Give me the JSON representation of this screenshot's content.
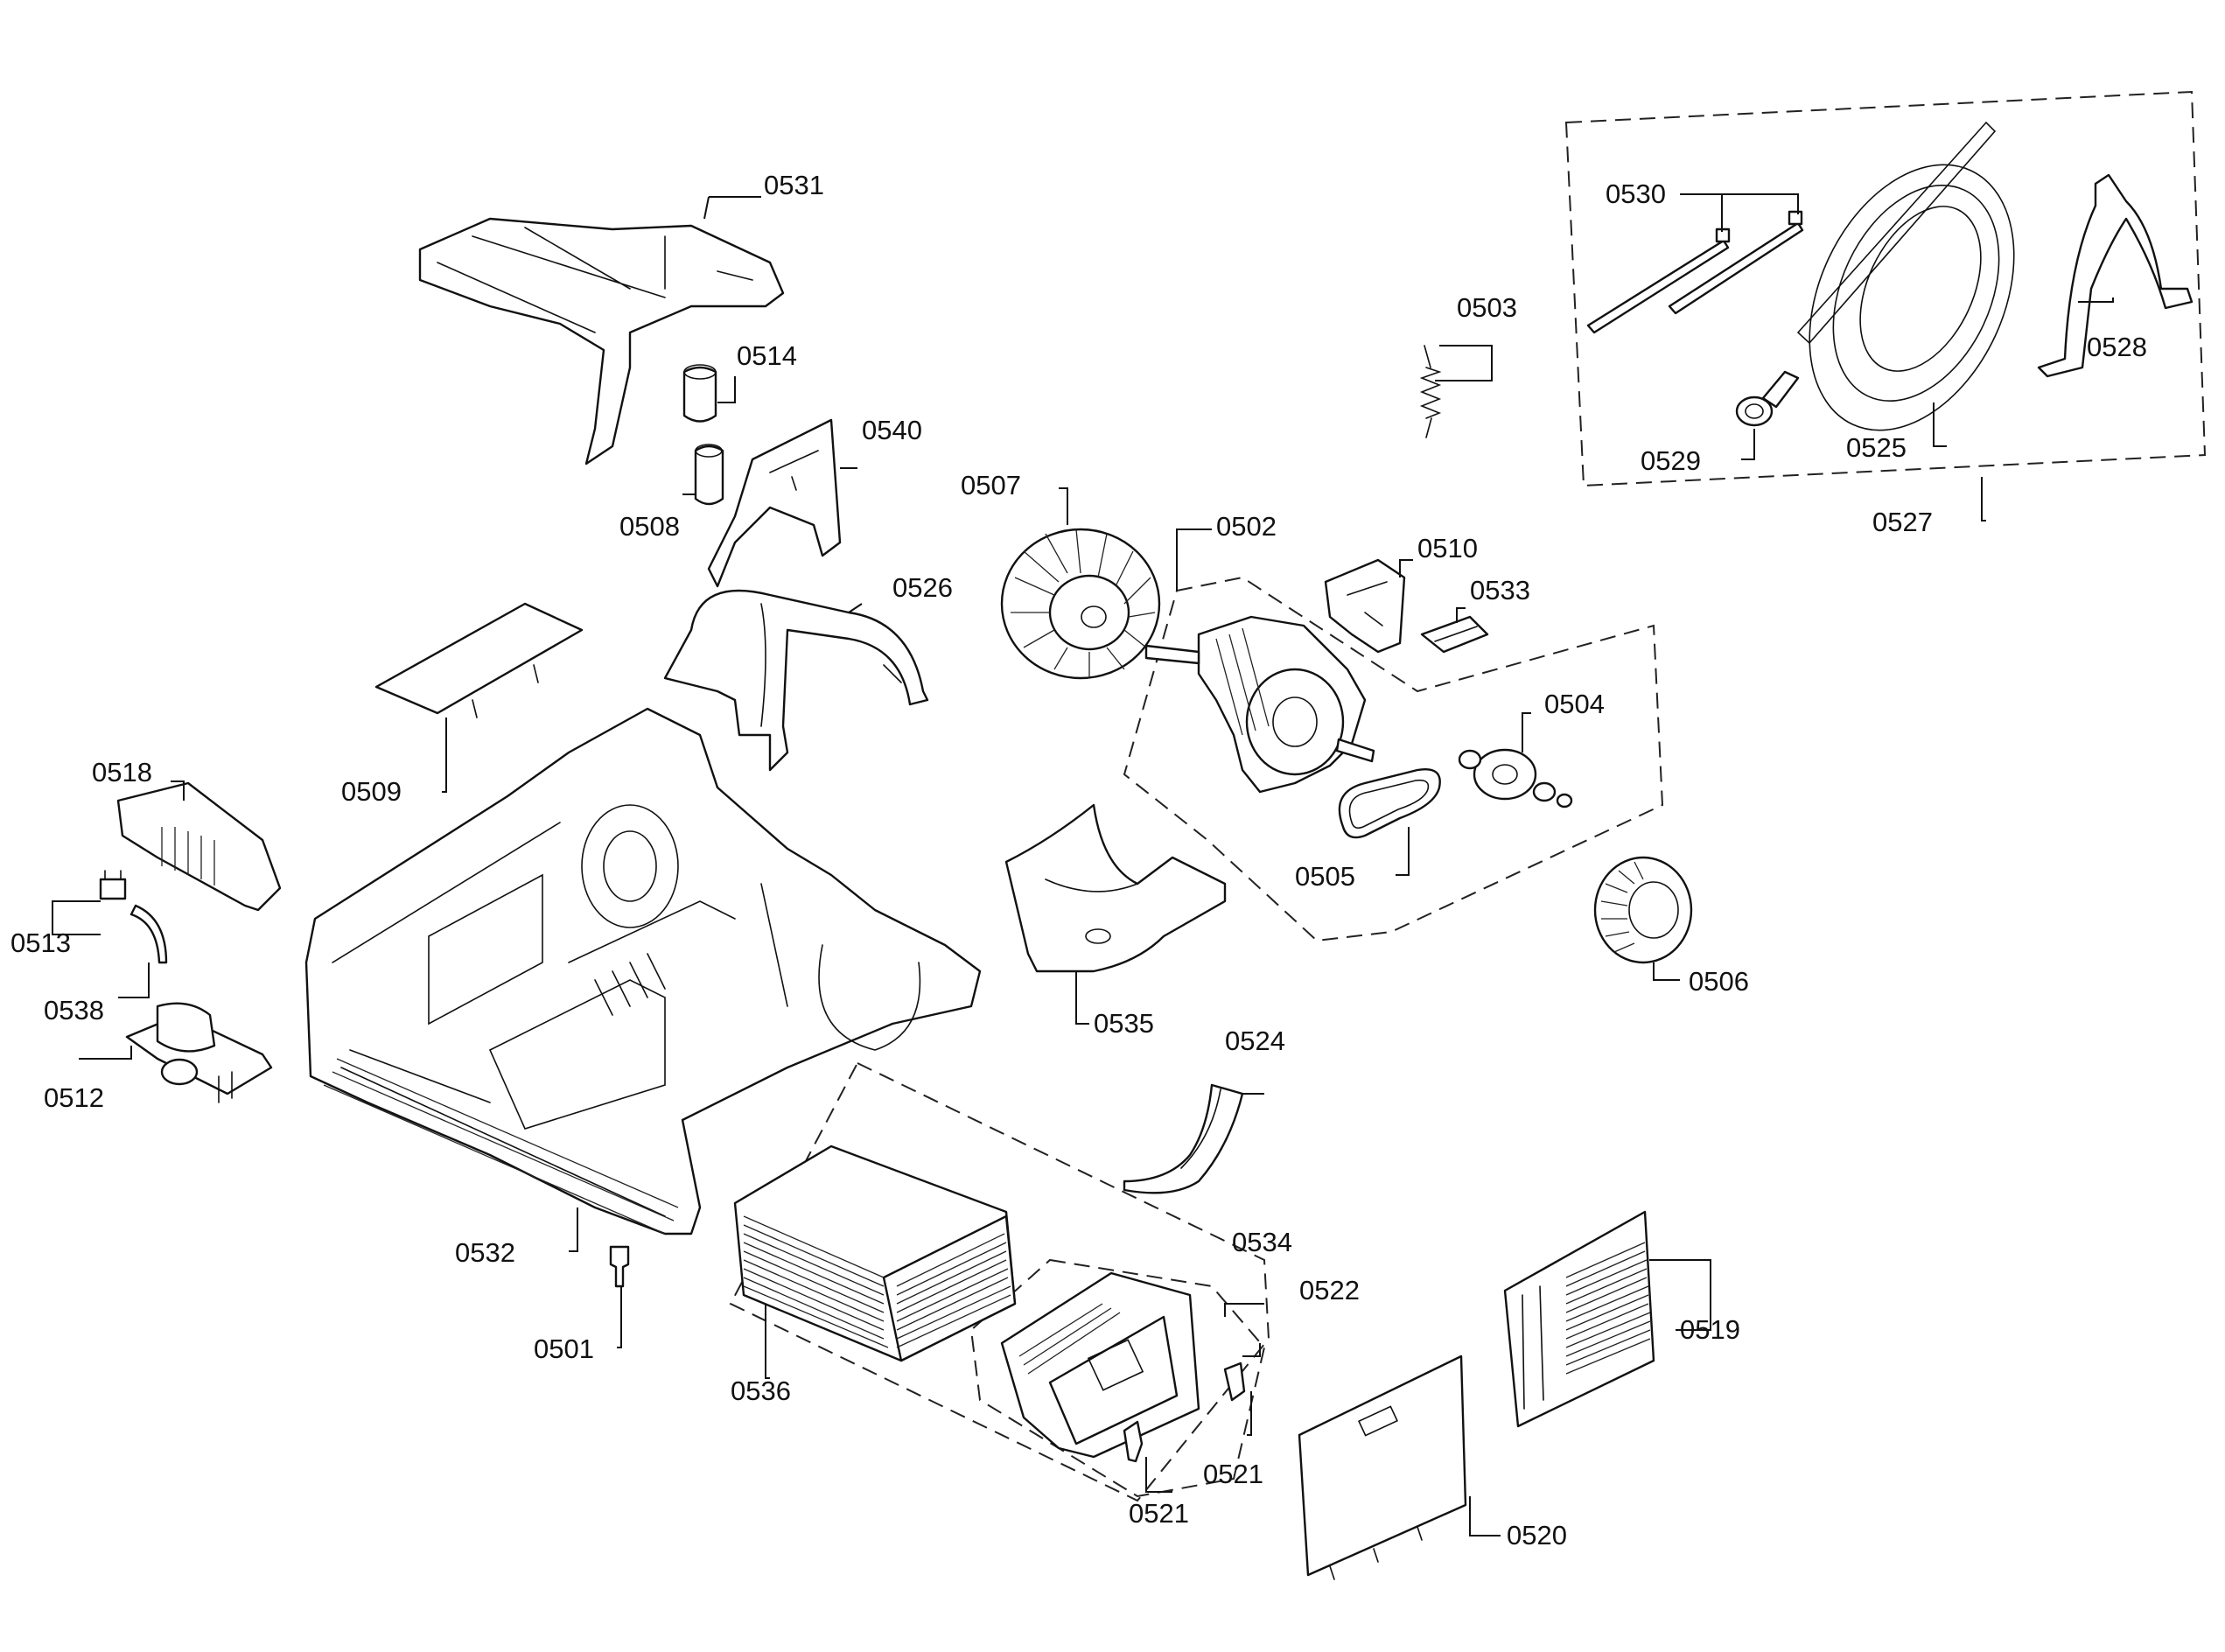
{
  "labels": {
    "p0501": "0501",
    "p0502": "0502",
    "p0503": "0503",
    "p0504": "0504",
    "p0505": "0505",
    "p0506": "0506",
    "p0507": "0507",
    "p0508": "0508",
    "p0509": "0509",
    "p0510": "0510",
    "p0512": "0512",
    "p0513": "0513",
    "p0514": "0514",
    "p0518": "0518",
    "p0519": "0519",
    "p0520": "0520",
    "p0521a": "0521",
    "p0521b": "0521",
    "p0522": "0522",
    "p0524": "0524",
    "p0525": "0525",
    "p0526": "0526",
    "p0527": "0527",
    "p0528": "0528",
    "p0529": "0529",
    "p0530": "0530",
    "p0531": "0531",
    "p0532": "0532",
    "p0533": "0533",
    "p0534": "0534",
    "p0535": "0535",
    "p0536": "0536",
    "p0538": "0538",
    "p0540": "0540"
  }
}
